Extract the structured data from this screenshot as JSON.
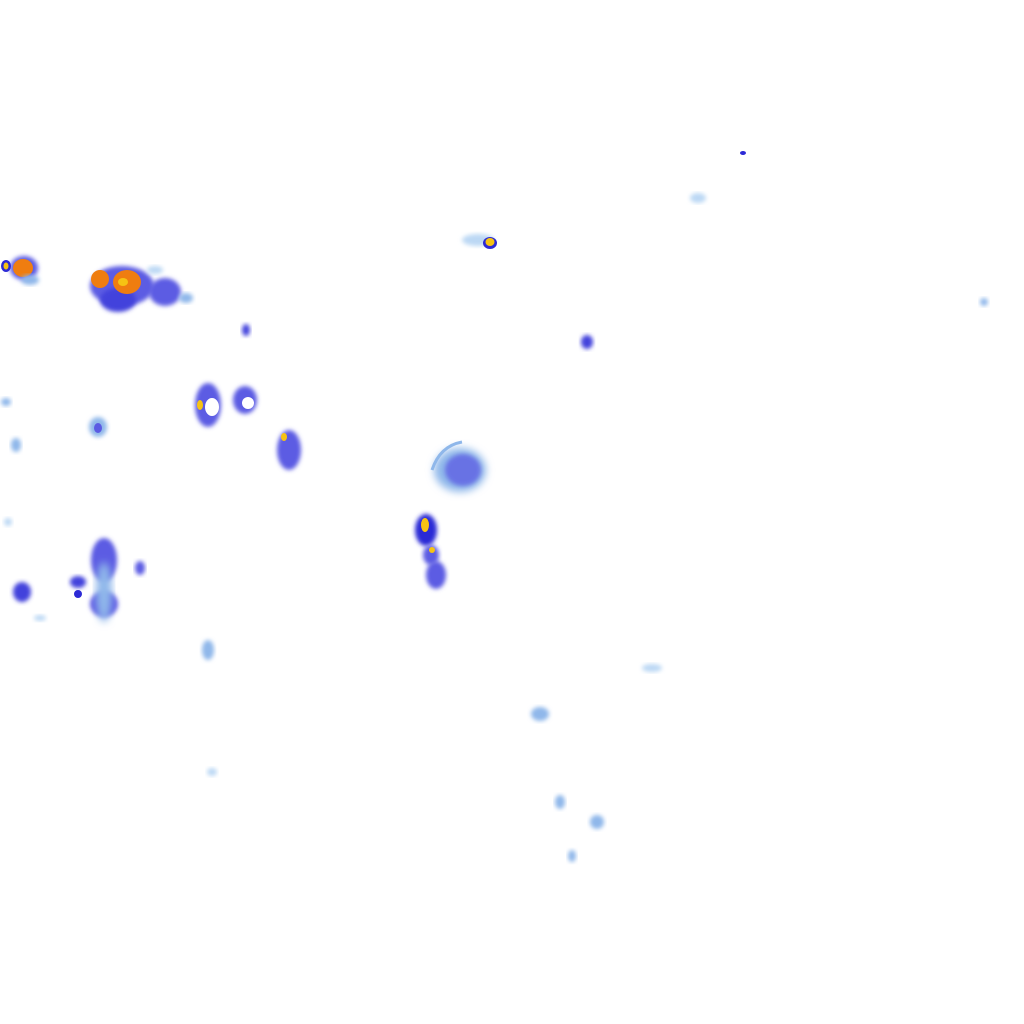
{
  "map": {
    "kind": "weather-radar-tile",
    "background_color": "#ffffff",
    "intensity_scale": [
      {
        "level": "very-light",
        "color": "#bcd8f4"
      },
      {
        "level": "light",
        "color": "#8fb7ea"
      },
      {
        "level": "moderate",
        "color": "#5b5be3"
      },
      {
        "level": "heavy",
        "color": "#2c2ad6"
      },
      {
        "level": "strong-core",
        "color": "#f6c313"
      },
      {
        "level": "intense-core",
        "color": "#ef7d10"
      }
    ]
  }
}
